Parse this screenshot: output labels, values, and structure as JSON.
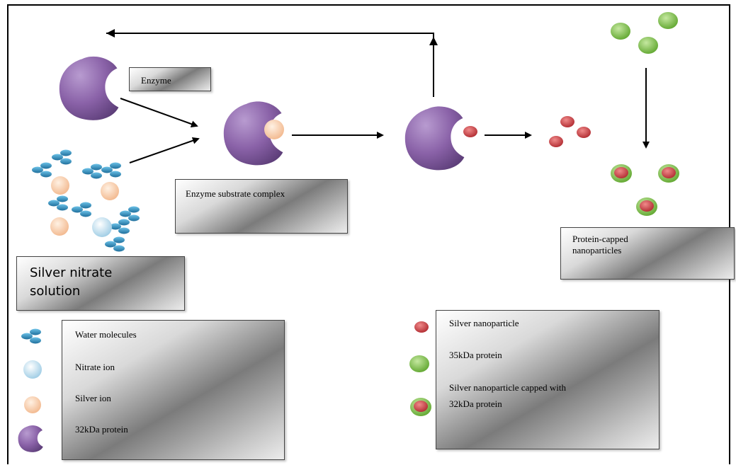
{
  "labels": {
    "enzyme": "Enzyme",
    "enzyme_substrate_complex": "Enzyme substrate complex",
    "silver_nitrate_solution": [
      "Silver nitrate",
      "solution"
    ],
    "protein_capped_nanoparticles": [
      "Protein-capped",
      "nanoparticles"
    ]
  },
  "legend_left": [
    "Water molecules",
    "Nitrate ion",
    "Silver ion",
    "32kDa protein"
  ],
  "legend_right": {
    "silver_nanoparticle": "Silver nanoparticle",
    "protein_35kda": "35kDa protein",
    "capped": [
      "Silver nanoparticle capped with",
      "32kDa protein"
    ]
  },
  "colors": {
    "enzyme_purple": "#8a62a8",
    "water_blue": "#2c8fc0",
    "nitrate_ion": "#b7dcef",
    "silver_ion": "#f8c7a0",
    "silver_nanoparticle": "#c73b3f",
    "protein_35kda": "#7cbd42",
    "arrow": "#000000"
  }
}
